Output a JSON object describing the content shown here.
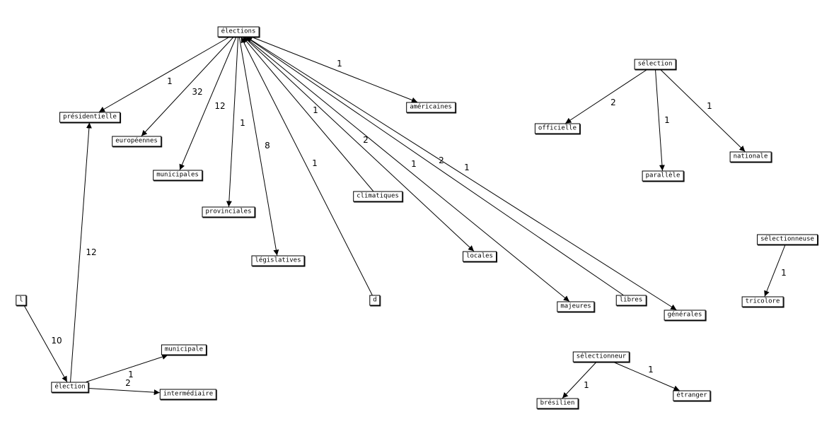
{
  "diagram": {
    "nodes": {
      "elections": "élections",
      "presidentielle": "présidentielle",
      "europeennes": "européennes",
      "municipales": "municipales",
      "provinciales": "provinciales",
      "legislatives": "législatives",
      "d": "d",
      "climatiques": "climatiques",
      "locales": "locales",
      "majeures": "majeures",
      "libres": "libres",
      "generales": "générales",
      "americaines": "américaines",
      "selection": "sélection",
      "officielle": "officielle",
      "parallele": "parallèle",
      "nationale": "nationale",
      "selectionneuse": "sélectionneuse",
      "tricolore": "tricolore",
      "l": "l",
      "election": "élection",
      "municipale": "municipale",
      "intermediaire": "intermédiaire",
      "selectionneur": "sélectionneur",
      "bresilien": "brésilien",
      "etranger": "étranger"
    },
    "edges": [
      {
        "from": "elections",
        "to": "presidentielle",
        "label": "1"
      },
      {
        "from": "elections",
        "to": "europeennes",
        "label": "32"
      },
      {
        "from": "elections",
        "to": "municipales",
        "label": "12"
      },
      {
        "from": "elections",
        "to": "provinciales",
        "label": "1"
      },
      {
        "from": "elections",
        "to": "legislatives",
        "label": "8"
      },
      {
        "from": "d",
        "to": "elections",
        "label": "1"
      },
      {
        "from": "climatiques",
        "to": "elections",
        "label": "1"
      },
      {
        "from": "elections",
        "to": "locales",
        "label": "2"
      },
      {
        "from": "elections",
        "to": "majeures",
        "label": "1"
      },
      {
        "from": "libres",
        "to": "elections",
        "label": "2"
      },
      {
        "from": "elections",
        "to": "generales",
        "label": "1"
      },
      {
        "from": "elections",
        "to": "americaines",
        "label": "1"
      },
      {
        "from": "selection",
        "to": "officielle",
        "label": "2"
      },
      {
        "from": "selection",
        "to": "parallele",
        "label": "1"
      },
      {
        "from": "selection",
        "to": "nationale",
        "label": "1"
      },
      {
        "from": "selectionneuse",
        "to": "tricolore",
        "label": "1"
      },
      {
        "from": "l",
        "to": "election",
        "label": "10"
      },
      {
        "from": "election",
        "to": "presidentielle",
        "label": "12"
      },
      {
        "from": "election",
        "to": "municipale",
        "label": "1"
      },
      {
        "from": "election",
        "to": "intermediaire",
        "label": "2"
      },
      {
        "from": "selectionneur",
        "to": "bresilien",
        "label": "1"
      },
      {
        "from": "selectionneur",
        "to": "etranger",
        "label": "1"
      }
    ]
  }
}
